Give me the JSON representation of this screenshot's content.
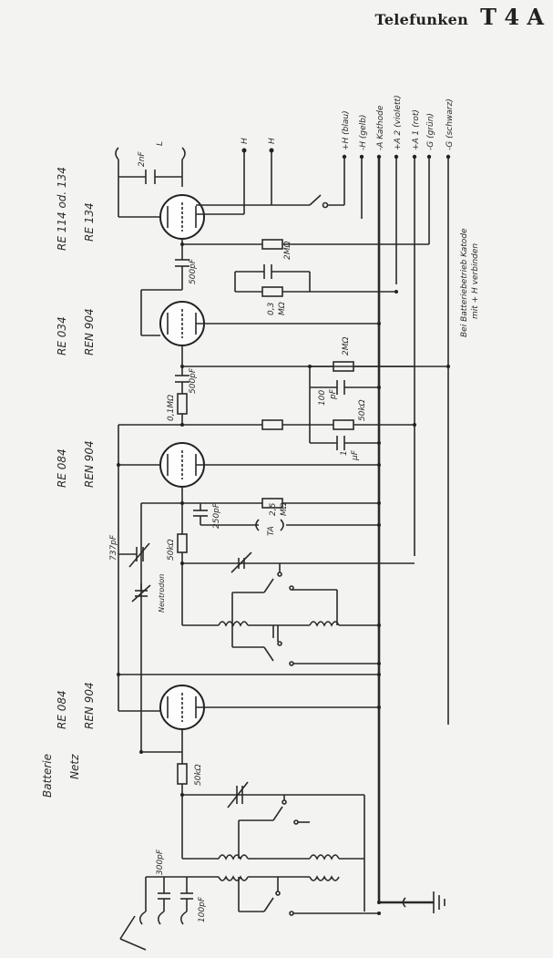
{
  "header": {
    "maker": "Telefunken",
    "model": "T 4 A"
  },
  "tubes": {
    "v1_battery_name": "RE 114 od. 134",
    "v1_mains_name": "RE 134",
    "v2_battery_name": "RE 034",
    "v2_mains_name": "REN 904",
    "v3_battery_name": "RE 084",
    "v3_mains_name": "REN 904",
    "v4_battery_name": "RE 084",
    "v4_mains_name": "REN 904",
    "row_battery": "Batterie",
    "row_mains": "Netz"
  },
  "terminals": [
    {
      "id": "t1",
      "label": "+H (blau)"
    },
    {
      "id": "t2",
      "label": "-H (gelb)"
    },
    {
      "id": "t3",
      "label": "-A Kathode"
    },
    {
      "id": "t4",
      "label": "+A 2 (violett)"
    },
    {
      "id": "t5",
      "label": "+A 1 (rot)"
    },
    {
      "id": "t6",
      "label": "-G (grün)"
    },
    {
      "id": "t7",
      "label": "-G (schwarz)"
    }
  ],
  "heater_labels": {
    "h1": "H",
    "h2": "H"
  },
  "note": {
    "line1": "Bei Batteriebetrieb Katode",
    "line2": "mit + H verbinden"
  },
  "components": {
    "c_2nf": "2nF",
    "l_label": "L",
    "r_2meg_top": "2MΩ",
    "c_500pf_1": "500pF",
    "r_03meg_a": "0,3",
    "r_03meg_b": "MΩ",
    "r_2meg_mid": "2MΩ",
    "c_100pf_a": "100",
    "c_100pf_b": "pF",
    "c_500pf_2": "500pF",
    "r_01meg": "0,1MΩ",
    "r_50k_1": "50kΩ",
    "c_1pf_a": "1",
    "c_1pf_b": "μF",
    "r_25meg_a": "2,5",
    "r_25meg_b": "MΩ",
    "c_250pf": "250pF",
    "ta": "TA",
    "r_50k_2": "50kΩ",
    "c_737pf": "737pF",
    "neutrodon": "Neutrodon",
    "r_50k_3": "50kΩ",
    "c_300pf": "300pF",
    "c_100pf_ant": "100pF"
  }
}
